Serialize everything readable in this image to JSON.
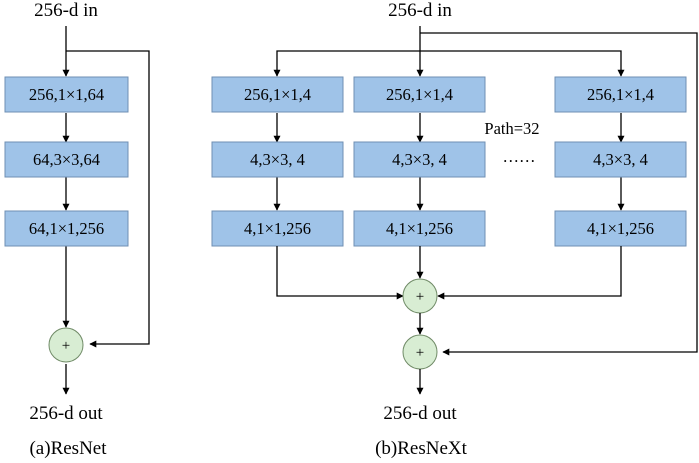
{
  "colors": {
    "box_fill": "#9fc3e8",
    "box_stroke": "#6f8fb3",
    "sum_fill": "#d8edd3",
    "sum_stroke": "#6f8a66",
    "line": "#000000"
  },
  "resnet": {
    "input": "256-d in",
    "blocks": [
      "256,1×1,64",
      "64,3×3,64",
      "64,1×1,256"
    ],
    "sum_symbol": "+",
    "output": "256-d out",
    "caption": "(a)ResNet"
  },
  "resnext": {
    "input": "256-d in",
    "path_1": [
      "256,1×1,4",
      "4,3×3, 4",
      "4,1×1,256"
    ],
    "path_2": [
      "256,1×1,4",
      "4,3×3, 4",
      "4,1×1,256"
    ],
    "path_32": [
      "256,1×1,4",
      "4,3×3, 4",
      "4,1×1,256"
    ],
    "path_count": "Path=32",
    "ellipsis": "……",
    "aggregate_symbol": "+",
    "residual_symbol": "+",
    "output": "256-d out",
    "caption": "(b)ResNeXt"
  }
}
